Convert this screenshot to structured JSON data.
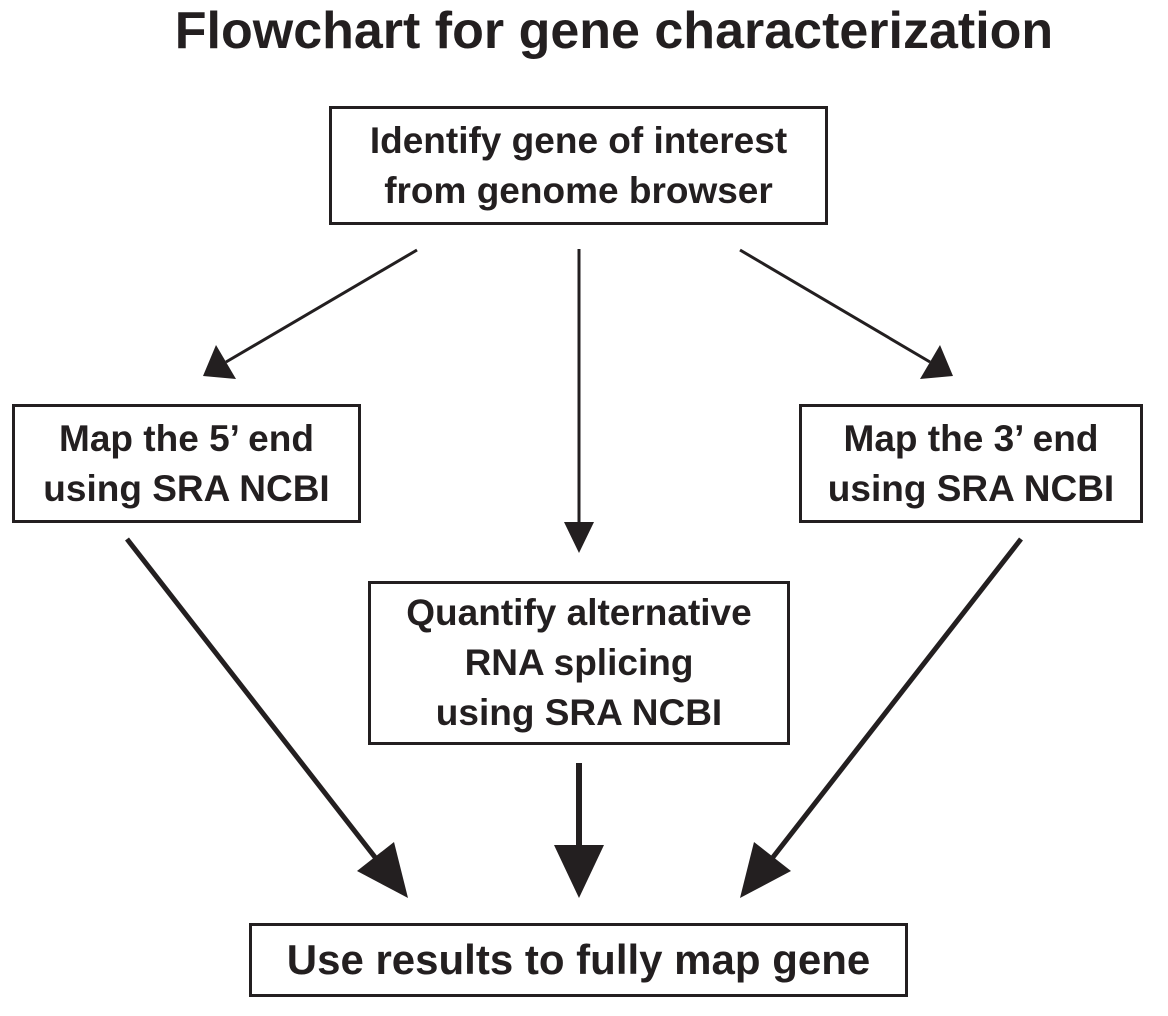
{
  "title": "Flowchart for gene characterization",
  "nodes": {
    "identify": {
      "lines": [
        "Identify gene of interest",
        "from genome browser"
      ]
    },
    "map5": {
      "lines": [
        "Map the 5’ end",
        "using SRA NCBI"
      ]
    },
    "map3": {
      "lines": [
        "Map the 3’ end",
        "using SRA NCBI"
      ]
    },
    "splicing": {
      "lines": [
        "Quantify alternative",
        "RNA splicing",
        "using SRA NCBI"
      ]
    },
    "final": {
      "lines": [
        "Use results to fully map gene"
      ]
    }
  },
  "edges": [
    {
      "from": "identify",
      "to": "map5"
    },
    {
      "from": "identify",
      "to": "splicing"
    },
    {
      "from": "identify",
      "to": "map3"
    },
    {
      "from": "map5",
      "to": "final"
    },
    {
      "from": "splicing",
      "to": "final"
    },
    {
      "from": "map3",
      "to": "final"
    }
  ],
  "colors": {
    "ink": "#231f20",
    "background": "#ffffff"
  }
}
